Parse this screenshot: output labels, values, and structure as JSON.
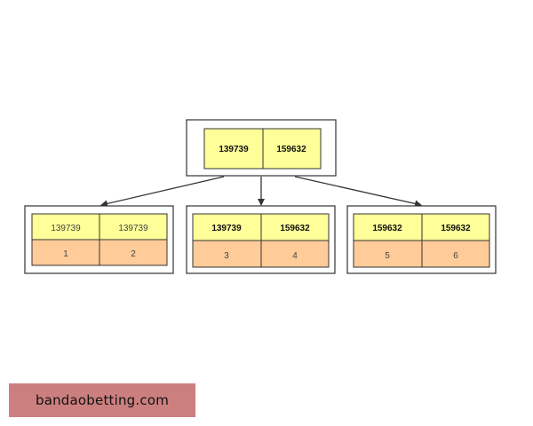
{
  "diagram": {
    "root": {
      "keys": [
        "139739",
        "159632"
      ],
      "bold": true
    },
    "children": [
      {
        "keys": [
          "139739",
          "139739"
        ],
        "values": [
          "1",
          "2"
        ],
        "bold": false
      },
      {
        "keys": [
          "139739",
          "159632"
        ],
        "values": [
          "3",
          "4"
        ],
        "bold": true
      },
      {
        "keys": [
          "159632",
          "159632"
        ],
        "values": [
          "5",
          "6"
        ],
        "bold": true
      }
    ],
    "colors": {
      "key_cell": "#ffff99",
      "value_cell": "#ffcc99",
      "stroke": "#333333"
    }
  },
  "watermark": {
    "text": "bandaobetting.com"
  }
}
